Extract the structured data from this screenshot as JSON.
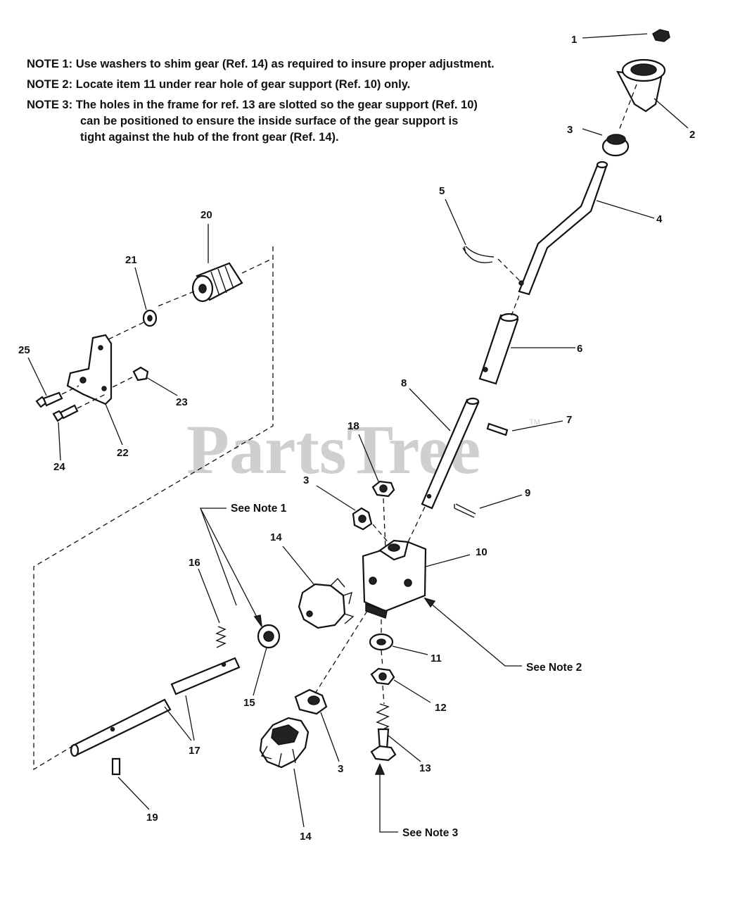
{
  "notes": [
    {
      "label": "NOTE 1:",
      "text": "Use washers to shim gear (Ref. 14) as required to insure proper adjustment."
    },
    {
      "label": "NOTE 2:",
      "text": "Locate item 11 under rear hole of gear support (Ref. 10) only."
    },
    {
      "label": "NOTE 3:",
      "text": "The holes in the frame for ref. 13 are slotted so the gear support (Ref. 10)",
      "continuation": [
        "can be positioned to ensure the inside surface of the gear support is",
        "tight against   the hub of the front gear (Ref. 14)."
      ]
    }
  ],
  "watermark": {
    "text": "PartsTree",
    "tm": "TM"
  },
  "callouts": {
    "c1": "1",
    "c2": "2",
    "c3a": "3",
    "c4": "4",
    "c5": "5",
    "c6": "6",
    "c7": "7",
    "c8": "8",
    "c9": "9",
    "c10": "10",
    "c11": "11",
    "c12": "12",
    "c13": "13",
    "c14a": "14",
    "c14b": "14",
    "c15": "15",
    "c16": "16",
    "c17": "17",
    "c18": "18",
    "c19": "19",
    "c20": "20",
    "c21": "21",
    "c22": "22",
    "c23": "23",
    "c24": "24",
    "c25": "25",
    "c3b": "3",
    "c3c": "3"
  },
  "see_notes": {
    "note1": "See Note 1",
    "note2": "See Note 2",
    "note3": "See Note 3"
  }
}
